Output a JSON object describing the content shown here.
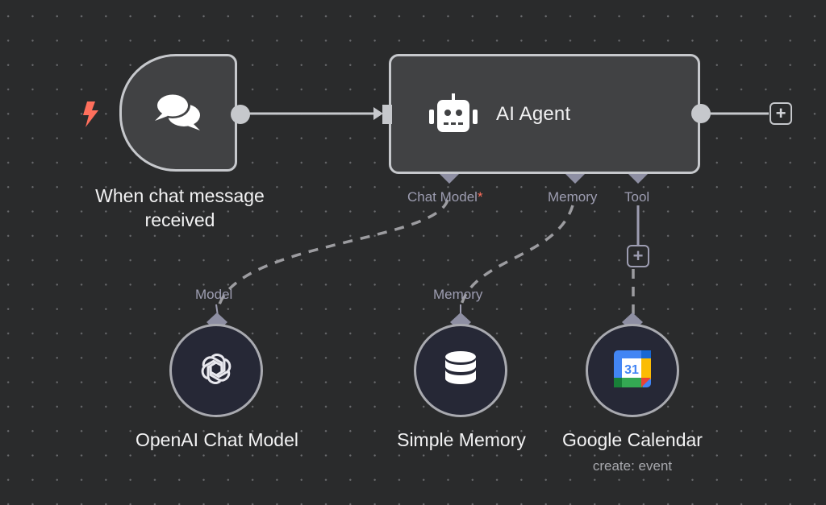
{
  "canvas": {
    "background": "#2a2b2c",
    "edge_color": "#c6c8cc",
    "sub_edge_color": "#9d9db1"
  },
  "nodes": {
    "trigger": {
      "label_line1": "When chat message",
      "label_line2": "received",
      "icon": "chat-bubbles-icon",
      "trigger_icon": "lightning-bolt-icon",
      "trigger_color": "#ff6f5c"
    },
    "agent": {
      "title": "AI Agent",
      "icon": "robot-icon",
      "ports": {
        "chat_model": "Chat Model",
        "chat_model_required": "*",
        "memory": "Memory",
        "tool": "Tool"
      },
      "add_output_label": "+"
    },
    "openai": {
      "label": "OpenAI Chat Model",
      "port_label": "Model",
      "icon": "openai-logo-icon"
    },
    "memory": {
      "label": "Simple Memory",
      "port_label": "Memory",
      "icon": "database-icon"
    },
    "calendar": {
      "label": "Google Calendar",
      "subtitle": "create: event",
      "icon": "google-calendar-icon",
      "icon_day": "31"
    },
    "tool_add_label": "+"
  }
}
